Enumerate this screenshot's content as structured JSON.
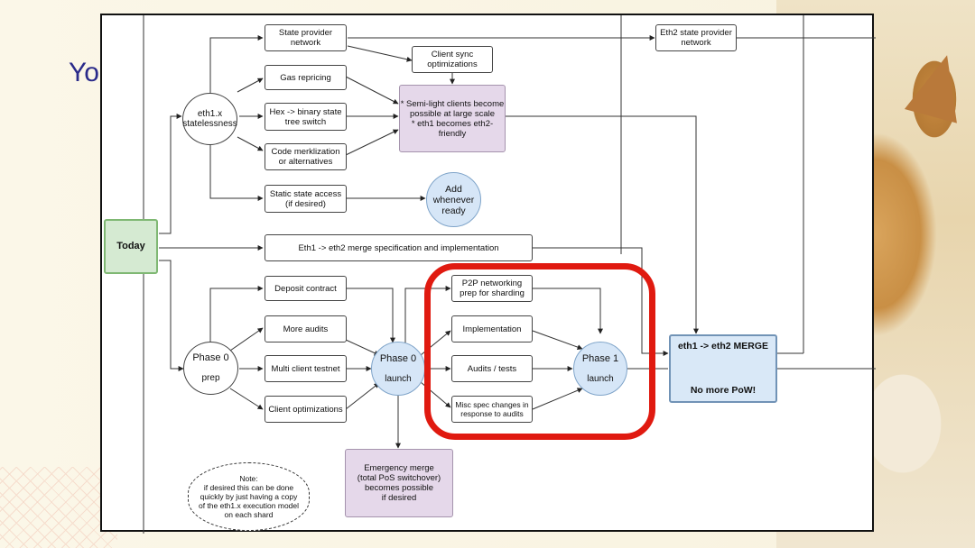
{
  "slide": {
    "title_partial": "Yo"
  },
  "diagram": {
    "today": "Today",
    "eth1x_statelessness": "eth1.x\nstatelessness",
    "state_provider_network": "State provider\nnetwork",
    "gas_repricing": "Gas repricing",
    "hex_binary": "Hex -> binary state\ntree switch",
    "code_merkle": "Code merklization\nor alternatives",
    "static_state": "Static state access\n(if desired)",
    "client_sync": "Client sync\noptimizations",
    "semi_light": "* Semi-light clients become\npossible at large scale\n* eth1 becomes eth2-friendly",
    "add_whenever": "Add\nwhenever\nready",
    "eth2_state_provider": "Eth2 state provider\nnetwork",
    "merge_spec": "Eth1 -> eth2 merge specification and implementation",
    "phase0_prep_title": "Phase 0",
    "phase0_prep_sub": "prep",
    "deposit_contract": "Deposit contract",
    "more_audits": "More audits",
    "multi_client": "Multi client testnet",
    "client_opt": "Client optimizations",
    "phase0_launch_title": "Phase 0",
    "phase0_launch_sub": "launch",
    "p2p": "P2P networking\nprep for sharding",
    "implementation": "Implementation",
    "audits_tests": "Audits / tests",
    "misc_spec": "Misc spec changes in\nresponse to audits",
    "phase1_title": "Phase 1",
    "phase1_sub": "launch",
    "merge_title": "eth1 -> eth2 MERGE",
    "merge_sub": "No more PoW!",
    "emergency": "Emergency merge\n(total PoS switchover)\nbecomes possible\nif desired",
    "note": "Note:\nif desired this can be done\nquickly by just having a copy\nof the eth1.x execution model\non each shard"
  },
  "colors": {
    "highlight": "#e01a10",
    "today_fill": "#d5ead2",
    "purple_fill": "#e5d8ea",
    "blue_fill": "#d6e6f7",
    "title_color": "#2a2a8a"
  }
}
